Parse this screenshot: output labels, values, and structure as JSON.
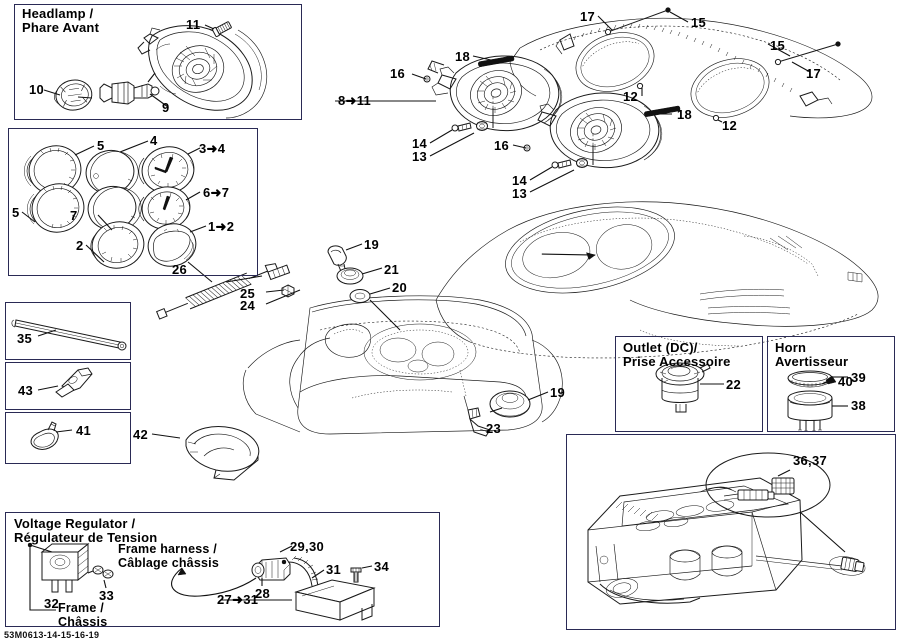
{
  "document": {
    "type": "parts-diagram",
    "footer_code": "53M0613-14-15-16-19",
    "background": "#ffffff",
    "line_color": "#1a1a1a",
    "box_border_color": "#2a2a55"
  },
  "panels": {
    "headlamp": {
      "title": "Headlamp /\nPhare Avant"
    },
    "outlet": {
      "title": "Outlet (DC)/\nPrise Accessoire"
    },
    "horn": {
      "title": "Horn\nAvertisseur"
    },
    "voltage_regulator": {
      "title": "Voltage Regulator /\nRégulateur de Tension",
      "frame_harness_label": "Frame harness /\nCâblage châssis",
      "frame_label": "Frame /\nChâssis"
    }
  },
  "callouts": {
    "headlamp_panel": [
      {
        "id": "c11",
        "text": "11"
      },
      {
        "id": "c10",
        "text": "10"
      },
      {
        "id": "c9",
        "text": "9"
      }
    ],
    "gauge_panel": [
      {
        "id": "g5a",
        "text": "5"
      },
      {
        "id": "g4",
        "text": "4"
      },
      {
        "id": "g34",
        "text": "3➜4"
      },
      {
        "id": "g5b",
        "text": "5"
      },
      {
        "id": "g67",
        "text": "6➜7"
      },
      {
        "id": "g7",
        "text": "7"
      },
      {
        "id": "g2",
        "text": "2"
      },
      {
        "id": "g12",
        "text": "1➜2"
      }
    ],
    "hood_assembly": [
      {
        "id": "h18a",
        "text": "18"
      },
      {
        "id": "h16a",
        "text": "16"
      },
      {
        "id": "h811",
        "text": "8➜11"
      },
      {
        "id": "h14a",
        "text": "14"
      },
      {
        "id": "h13a",
        "text": "13"
      },
      {
        "id": "h16b",
        "text": "16"
      },
      {
        "id": "h14b",
        "text": "14"
      },
      {
        "id": "h13b",
        "text": "13"
      },
      {
        "id": "h18b",
        "text": "18"
      },
      {
        "id": "h17a",
        "text": "17"
      },
      {
        "id": "h15a",
        "text": "15"
      },
      {
        "id": "h15b",
        "text": "15"
      },
      {
        "id": "h17b",
        "text": "17"
      },
      {
        "id": "h12a",
        "text": "12"
      },
      {
        "id": "h12b",
        "text": "12"
      }
    ],
    "console": [
      {
        "id": "k26",
        "text": "26"
      },
      {
        "id": "k25",
        "text": "25"
      },
      {
        "id": "k24",
        "text": "24"
      },
      {
        "id": "k19a",
        "text": "19"
      },
      {
        "id": "k21",
        "text": "21"
      },
      {
        "id": "k20",
        "text": "20"
      },
      {
        "id": "k19b",
        "text": "19"
      },
      {
        "id": "k23",
        "text": "23"
      },
      {
        "id": "k42",
        "text": "42"
      }
    ],
    "side_boxes": [
      {
        "id": "s35",
        "text": "35"
      },
      {
        "id": "s43",
        "text": "43"
      },
      {
        "id": "s41",
        "text": "41"
      }
    ],
    "outlet_panel": [
      {
        "id": "o22",
        "text": "22"
      }
    ],
    "horn_panel": [
      {
        "id": "hr39",
        "text": "39"
      },
      {
        "id": "hr40",
        "text": "40"
      },
      {
        "id": "hr38",
        "text": "38"
      }
    ],
    "engine_panel": [
      {
        "id": "e3637",
        "text": "36,37"
      }
    ],
    "regulator_panel": [
      {
        "id": "r32",
        "text": "32"
      },
      {
        "id": "r33",
        "text": "33"
      },
      {
        "id": "r2930",
        "text": "29,30"
      },
      {
        "id": "r28",
        "text": "28"
      },
      {
        "id": "r31",
        "text": "31"
      },
      {
        "id": "r34",
        "text": "34"
      },
      {
        "id": "r2731",
        "text": "27➜31"
      }
    ]
  }
}
